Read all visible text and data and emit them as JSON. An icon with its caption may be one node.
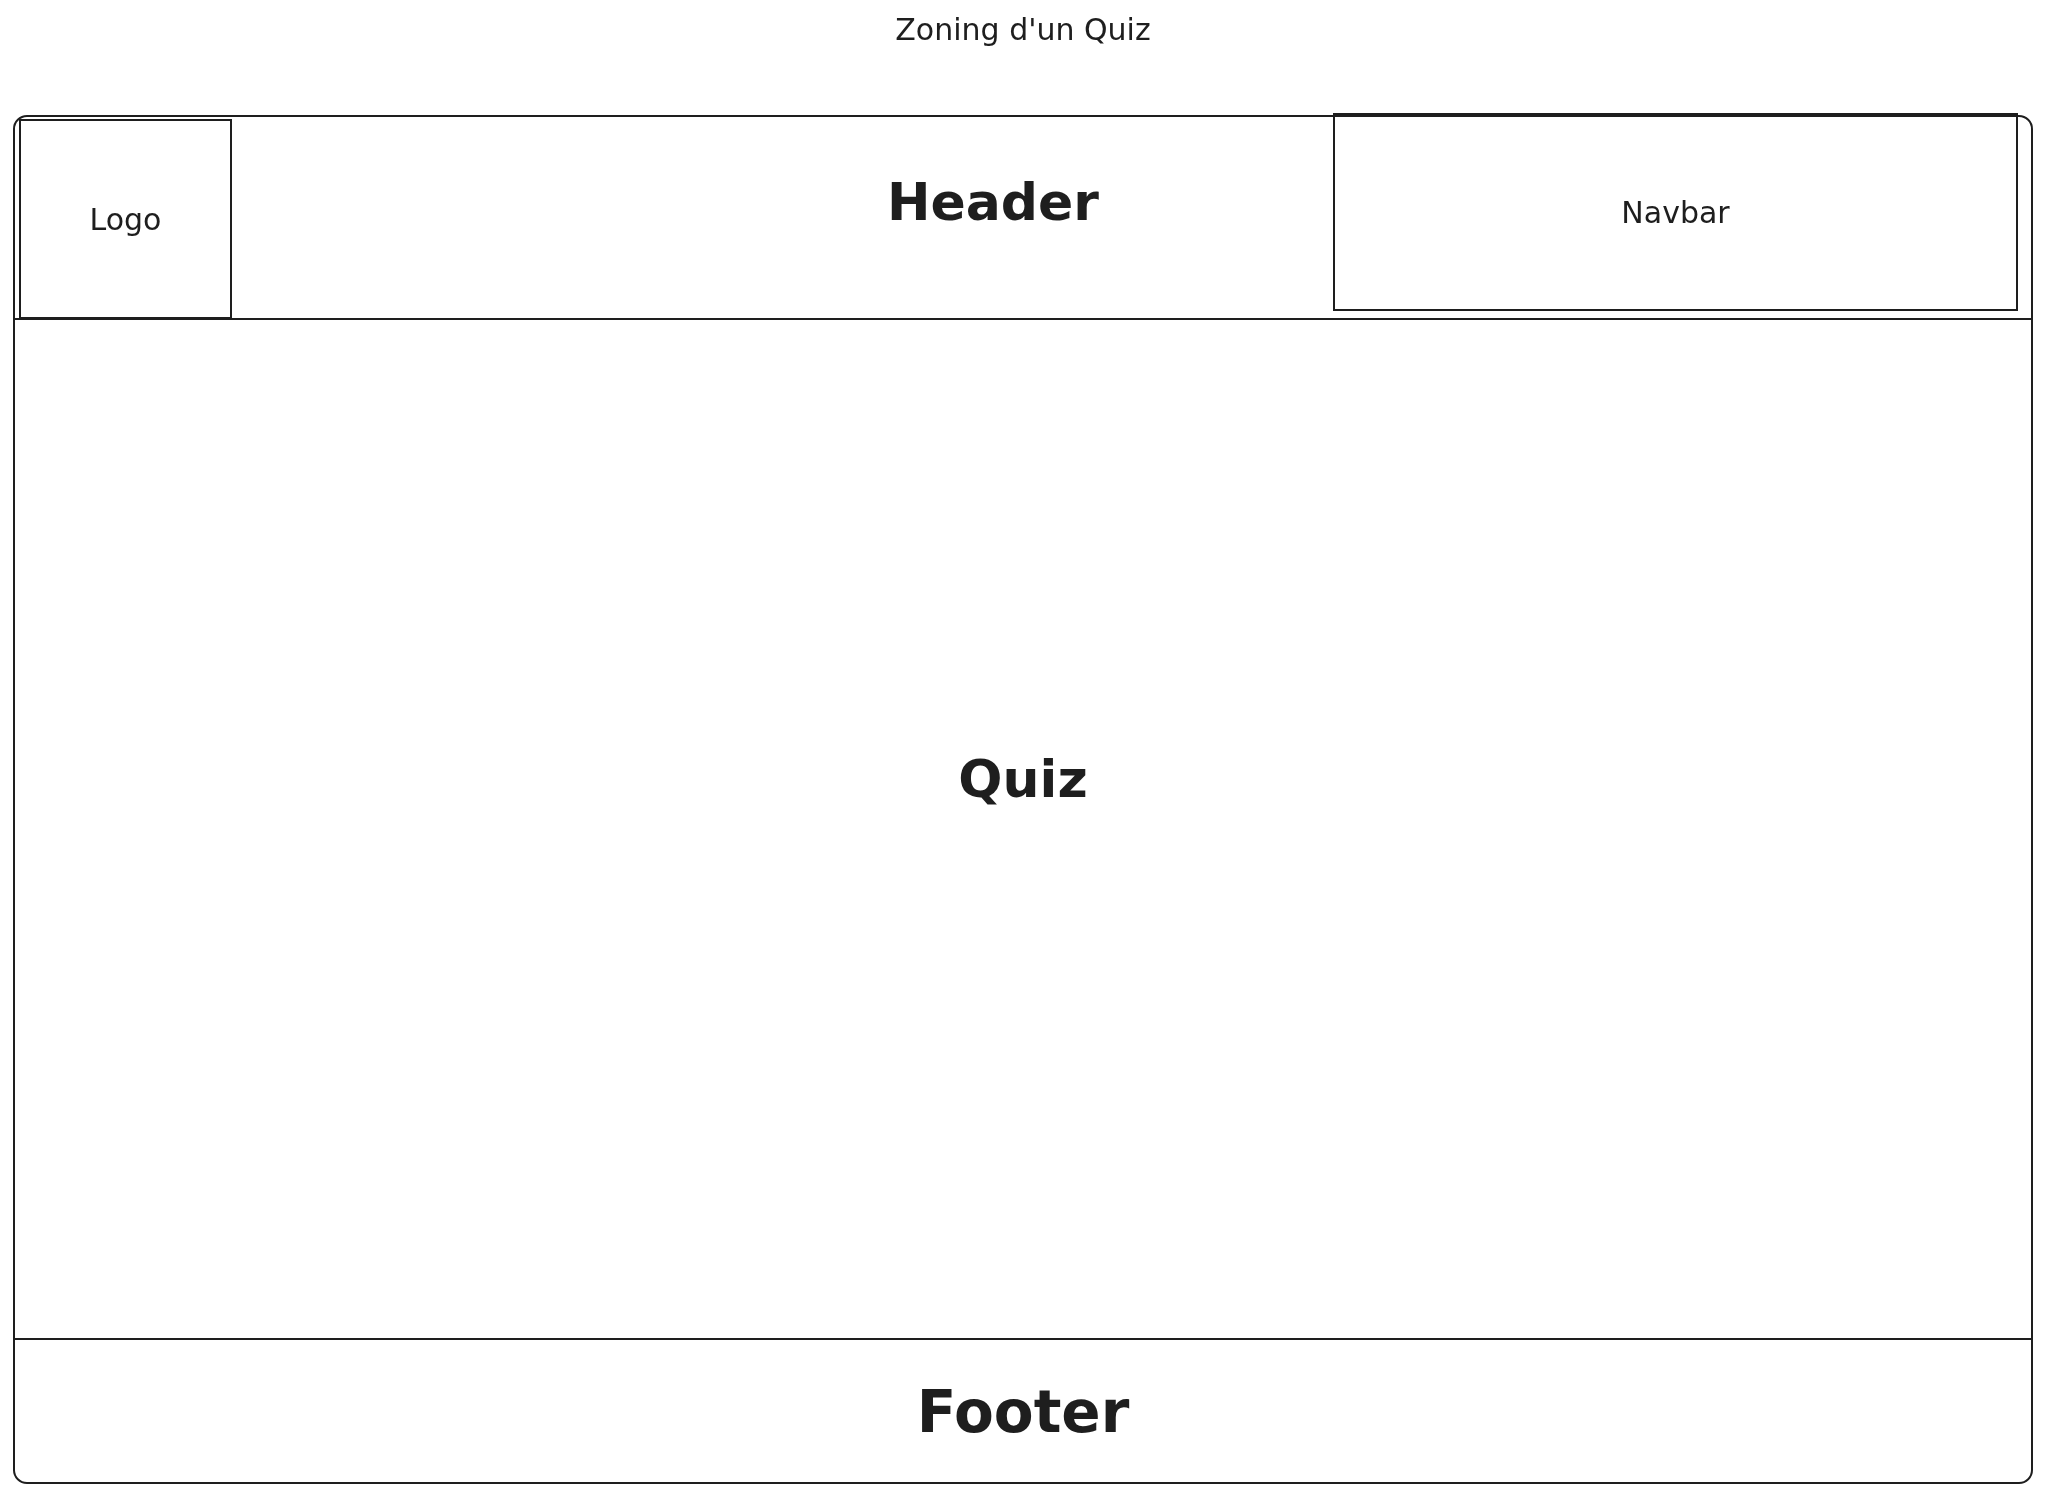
{
  "diagram": {
    "title": "Zoning d'un Quiz",
    "nodes": [
      {
        "text": [],
        "shape": "box"
      },
      {
        "text": [
          "Header"
        ],
        "in": 0
      },
      {
        "text": [
          "Logo"
        ],
        "in": 1
      },
      {
        "text": [
          "Navbar"
        ],
        "in": 1
      },
      {
        "text": [
          "Quiz"
        ],
        "in": 0
      },
      {
        "text": [
          "Footer"
        ],
        "in": 0
      }
    ]
  }
}
